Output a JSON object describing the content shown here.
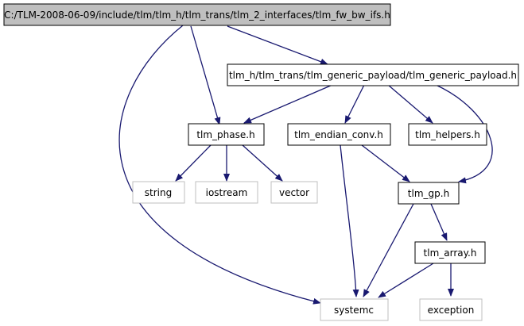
{
  "graph": {
    "edge_color": "#191970",
    "root_fill": "#bfbfbf",
    "external_border": "#bfbfbf",
    "nodes": {
      "fw_bw_ifs": "C:/TLM-2008-06-09/include/tlm/tlm_h/tlm_trans/tlm_2_interfaces/tlm_fw_bw_ifs.h",
      "generic_payload": "tlm_h/tlm_trans/tlm_generic_payload/tlm_generic_payload.h",
      "phase": "tlm_phase.h",
      "endian_conv": "tlm_endian_conv.h",
      "helpers": "tlm_helpers.h",
      "string": "string",
      "iostream": "iostream",
      "vector": "vector",
      "gp": "tlm_gp.h",
      "array": "tlm_array.h",
      "systemc": "systemc",
      "exception": "exception"
    },
    "edges": [
      [
        "fw_bw_ifs",
        "systemc"
      ],
      [
        "fw_bw_ifs",
        "phase"
      ],
      [
        "fw_bw_ifs",
        "generic_payload"
      ],
      [
        "generic_payload",
        "phase"
      ],
      [
        "generic_payload",
        "endian_conv"
      ],
      [
        "generic_payload",
        "helpers"
      ],
      [
        "generic_payload",
        "gp"
      ],
      [
        "phase",
        "string"
      ],
      [
        "phase",
        "iostream"
      ],
      [
        "phase",
        "vector"
      ],
      [
        "endian_conv",
        "systemc"
      ],
      [
        "endian_conv",
        "gp"
      ],
      [
        "gp",
        "systemc"
      ],
      [
        "gp",
        "array"
      ],
      [
        "array",
        "systemc"
      ],
      [
        "array",
        "exception"
      ]
    ]
  }
}
